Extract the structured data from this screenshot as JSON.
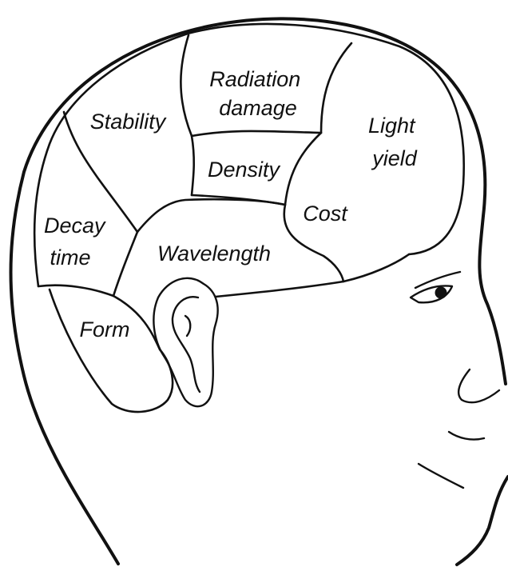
{
  "diagram": {
    "regions": [
      {
        "id": "radiation",
        "lines": [
          "Radiation",
          "damage"
        ]
      },
      {
        "id": "stability",
        "lines": [
          "Stability"
        ]
      },
      {
        "id": "light",
        "lines": [
          "Light",
          "yield"
        ]
      },
      {
        "id": "density",
        "lines": [
          "Density"
        ]
      },
      {
        "id": "cost",
        "lines": [
          "Cost"
        ]
      },
      {
        "id": "decay",
        "lines": [
          "Decay",
          "time"
        ]
      },
      {
        "id": "wavelength",
        "lines": [
          "Wavelength"
        ]
      },
      {
        "id": "form",
        "lines": [
          "Form"
        ]
      }
    ]
  }
}
